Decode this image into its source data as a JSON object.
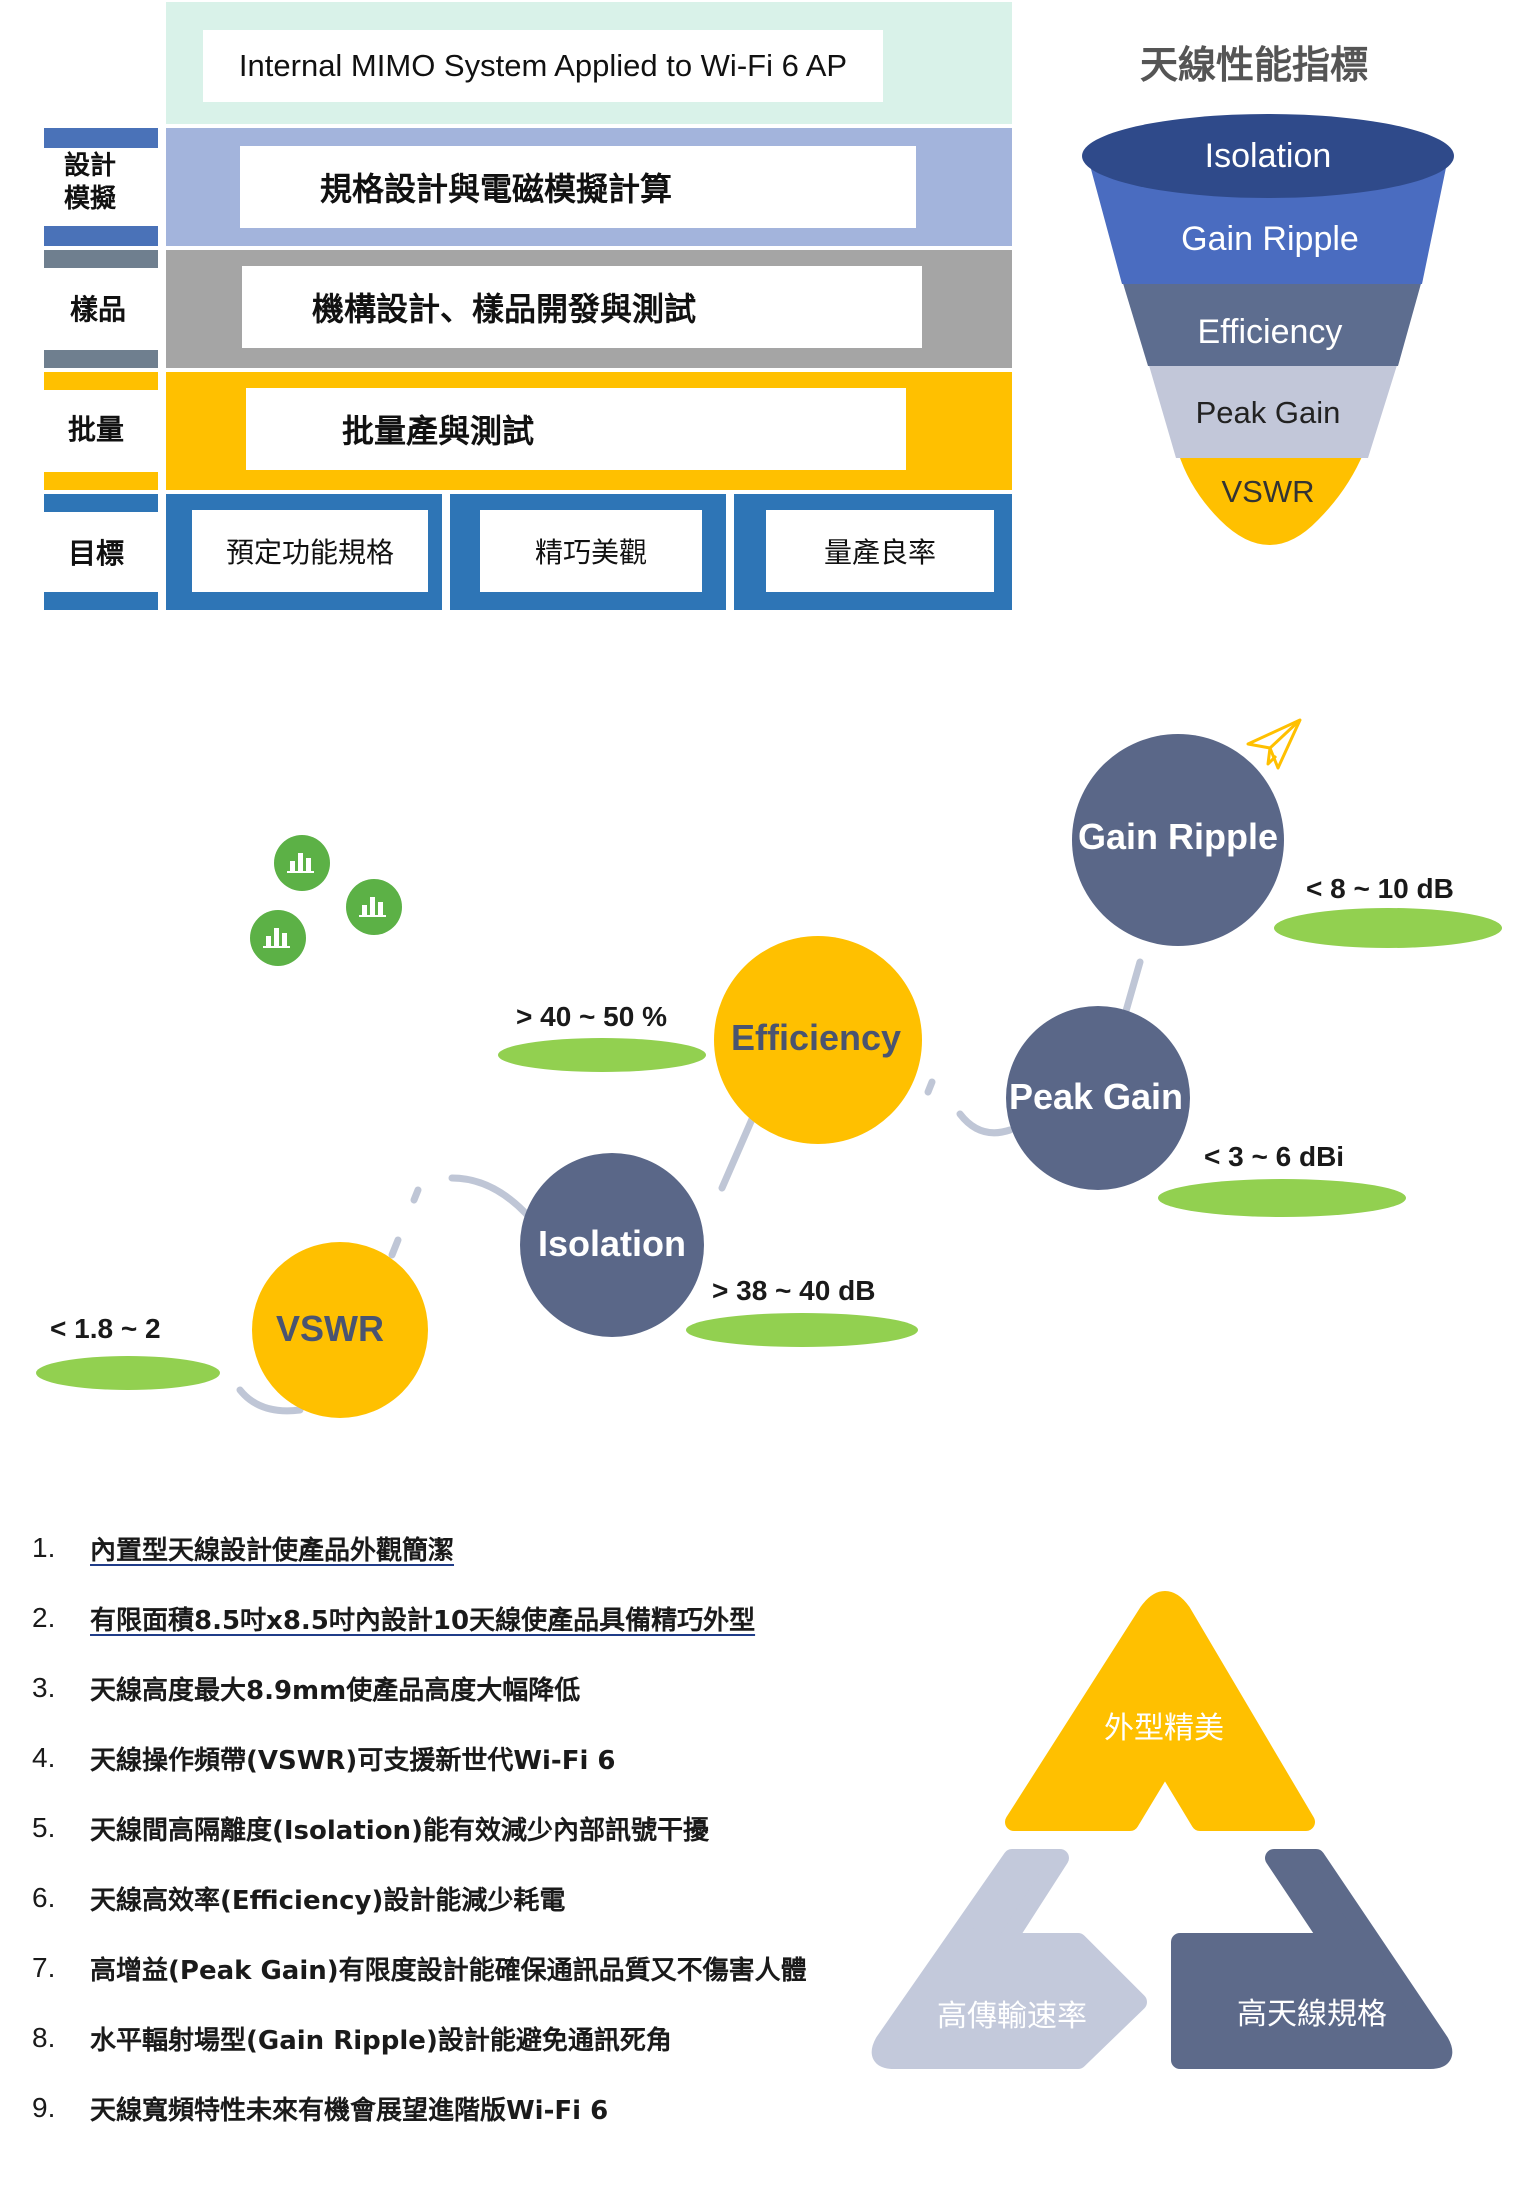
{
  "process": {
    "title": "Internal MIMO System Applied to Wi-Fi 6 AP",
    "stages": [
      {
        "label": "設計\n模擬",
        "content": "規格設計與電磁模擬計算",
        "color": "#a3b4dc"
      },
      {
        "label": "樣品",
        "content": "機構設計、樣品開發與測試",
        "color": "#a5a5a5"
      },
      {
        "label": "批量",
        "content": "批量產與測試",
        "color": "#ffc000"
      },
      {
        "label": "目標",
        "goals": [
          "預定功能規格",
          "精巧美觀",
          "量產良率"
        ],
        "color": "#2e75b6"
      }
    ],
    "colors": {
      "title_band": "#d9f2e9",
      "side_tab_blue": "#4a72b8",
      "side_tab_gray": "#6f7f8f"
    }
  },
  "funnel": {
    "title": "天線性能指標",
    "levels": [
      {
        "label": "Isolation",
        "color": "#2f4a8a"
      },
      {
        "label": "Gain Ripple",
        "color": "#4a6cc0"
      },
      {
        "label": "Efficiency",
        "color": "#5d6d8f"
      },
      {
        "label": "Peak Gain",
        "color": "#c2c7d9"
      },
      {
        "label": "VSWR",
        "color": "#ffc000"
      }
    ]
  },
  "metrics": {
    "items": [
      {
        "name": "VSWR",
        "spec": "< 1.8 ~ 2",
        "color": "#ffc000"
      },
      {
        "name": "Isolation",
        "spec": "> 38 ~ 40 dB",
        "color": "#5a6788"
      },
      {
        "name": "Efficiency",
        "spec": "> 40 ~ 50 %",
        "color": "#ffc000"
      },
      {
        "name": "Peak Gain",
        "spec": "< 3 ~ 6 dBi",
        "color": "#5a6788"
      },
      {
        "name": "Gain Ripple",
        "spec": "< 8 ~ 10 dB",
        "color": "#5a6788"
      }
    ],
    "colors": {
      "pill": "#92d050",
      "connector": "#bfc6d6",
      "plane_icon": "#ffc000",
      "bubble_icon": "#5cb146"
    },
    "icons": [
      "paper-plane-icon",
      "signal-bars-icon"
    ]
  },
  "features": [
    "內置型天線設計使產品外觀簡潔",
    "有限面積8.5吋x8.5吋內設計10天線使產品具備精巧外型",
    "天線高度最大8.9mm使產品高度大幅降低",
    "天線操作頻帶(VSWR)可支援新世代Wi-Fi 6",
    "天線間高隔離度(Isolation)能有效減少內部訊號干擾",
    "天線高效率(Efficiency)設計能減少耗電",
    "高增益(Peak Gain)有限度設計能確保通訊品質又不傷害人體",
    "水平輻射場型(Gain Ripple)設計能避免通訊死角",
    "天線寬頻特性未來有機會展望進階版Wi-Fi 6"
  ],
  "feature_numbers": [
    "1.",
    "2.",
    "3.",
    "4.",
    "5.",
    "6.",
    "7.",
    "8.",
    "9."
  ],
  "triangle": {
    "top": {
      "label": "外型精美",
      "color": "#ffc000"
    },
    "left": {
      "label": "高傳輸速率",
      "color": "#c3c9db"
    },
    "right": {
      "label": "高天線規格",
      "color": "#5d6a8a"
    }
  }
}
